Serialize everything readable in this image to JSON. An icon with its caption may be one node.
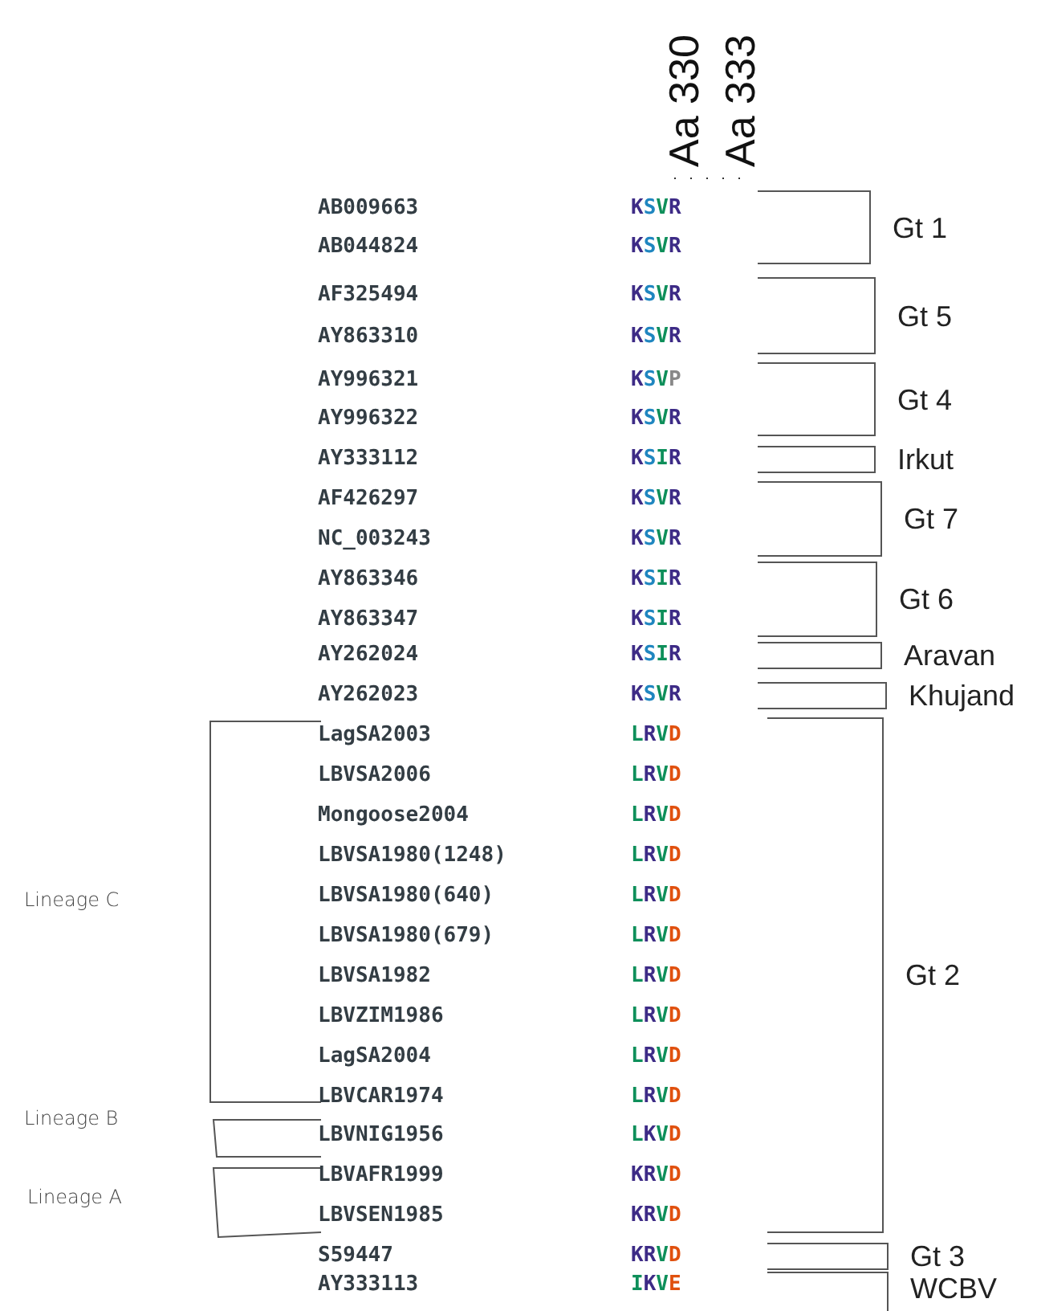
{
  "diagram": {
    "labels": [
      "Aa 330",
      "Aa 333",
      "AB009663",
      "KSVR",
      "AB044824",
      "KSVR",
      "AF325494",
      "KSVR",
      "AY863310",
      "KSVR",
      "AY996321",
      "KSVP",
      "AY996322",
      "KSVR",
      "AY333112",
      "KSIR",
      "AF426297",
      "KSVR",
      "NC_003243",
      "KSVR",
      "AY863346",
      "KSIR",
      "AY863347",
      "KSIR",
      "AY262024",
      "KSIR",
      "AY262023",
      "KSVR",
      "LagSA2003",
      "LRVD",
      "LBVSA2006",
      "LRVD",
      "Mongoose2004",
      "LRVD",
      "LBVSA1980(1248)",
      "LRVD",
      "LBVSA1980(640)",
      "LRVD",
      "LBVSA1980(679)",
      "LRVD",
      "LBVSA1982",
      "LRVD",
      "LBVZIM1986",
      "LRVD",
      "LagSA2004",
      "LRVD",
      "LBVCAR1974",
      "LRVD",
      "LBVNIG1956",
      "LKVD",
      "LBVAFR1999",
      "KRVD",
      "LBVSEN1985",
      "KRVD",
      "S59447",
      "KRVD",
      "AY333113",
      "IKVE",
      "Gt 1",
      "Gt 5",
      "Gt 4",
      "Irkut",
      "Gt 7",
      "Gt 6",
      "Aravan",
      "Khujand",
      "Gt 2",
      "Gt 3",
      "WCBV",
      "Lineage C",
      "Lineage B",
      "Lineage A"
    ]
  }
}
